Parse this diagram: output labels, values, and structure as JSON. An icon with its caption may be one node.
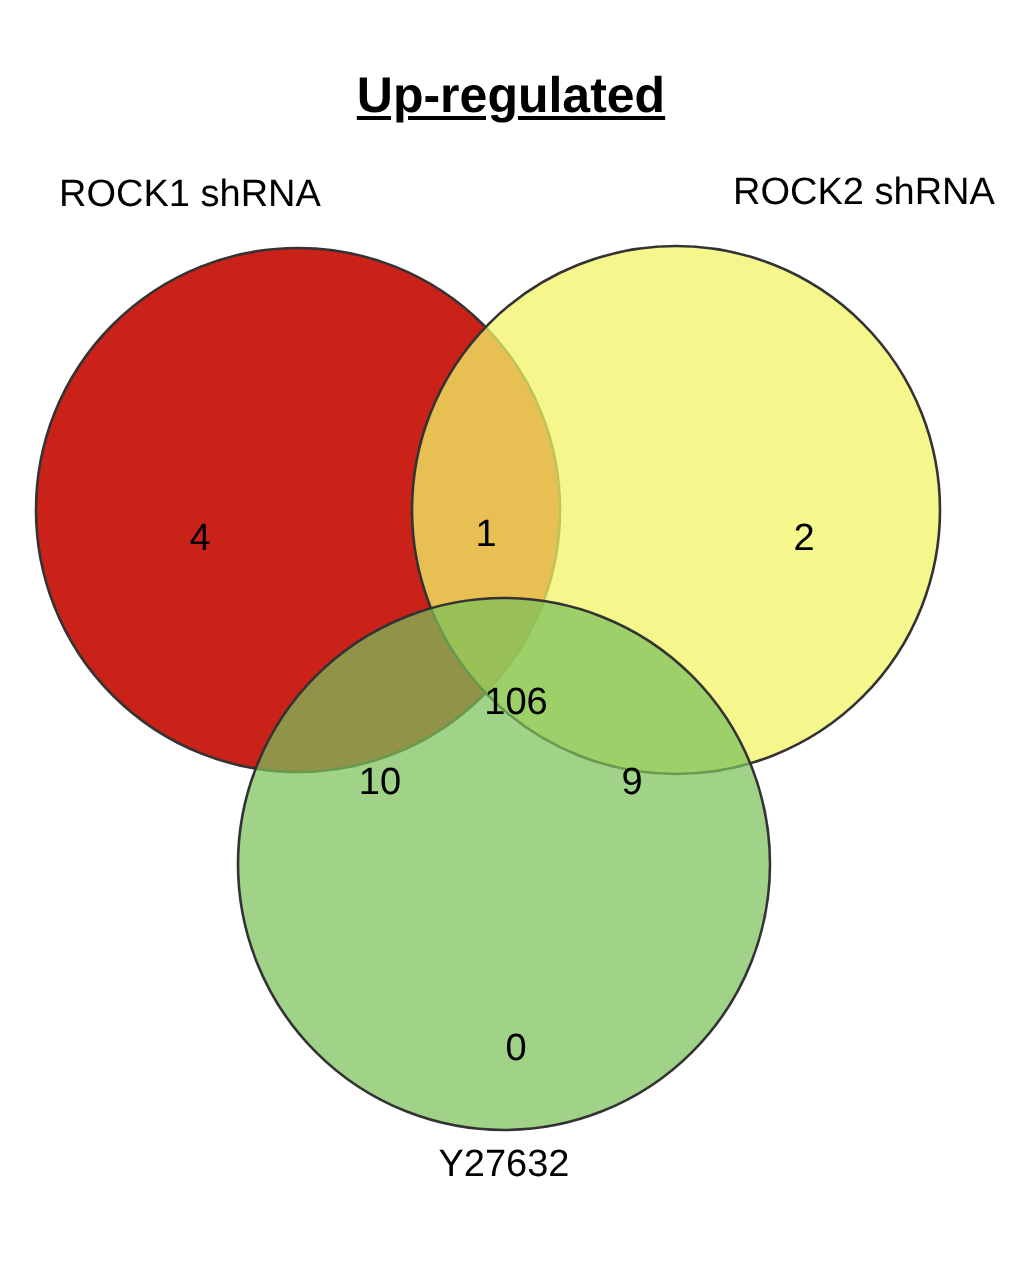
{
  "diagram": {
    "title": "Up-regulated",
    "nodes": [
      {
        "text": [
          "ROCK1 shRNA"
        ]
      },
      {
        "text": [
          "ROCK2 shRNA"
        ]
      },
      {
        "text": [
          "Y27632"
        ]
      }
    ],
    "labels": [
      "4",
      "1",
      "2",
      "106",
      "10",
      "9",
      "0"
    ]
  }
}
